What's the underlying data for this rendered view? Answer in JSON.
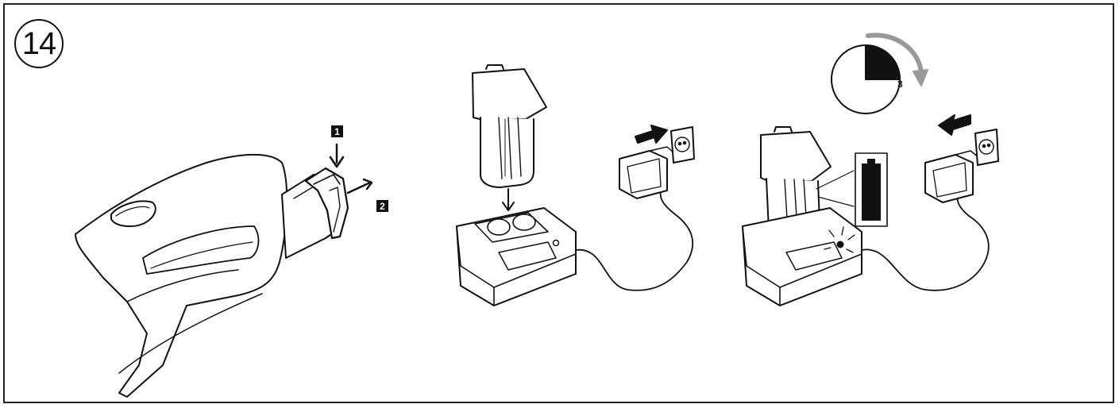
{
  "step": {
    "number": "14"
  },
  "panel1": {
    "badge1": "1",
    "badge2": "2"
  },
  "panel3": {
    "timer_label": "3"
  },
  "colors": {
    "line": "#111111",
    "fill": "#ffffff"
  }
}
